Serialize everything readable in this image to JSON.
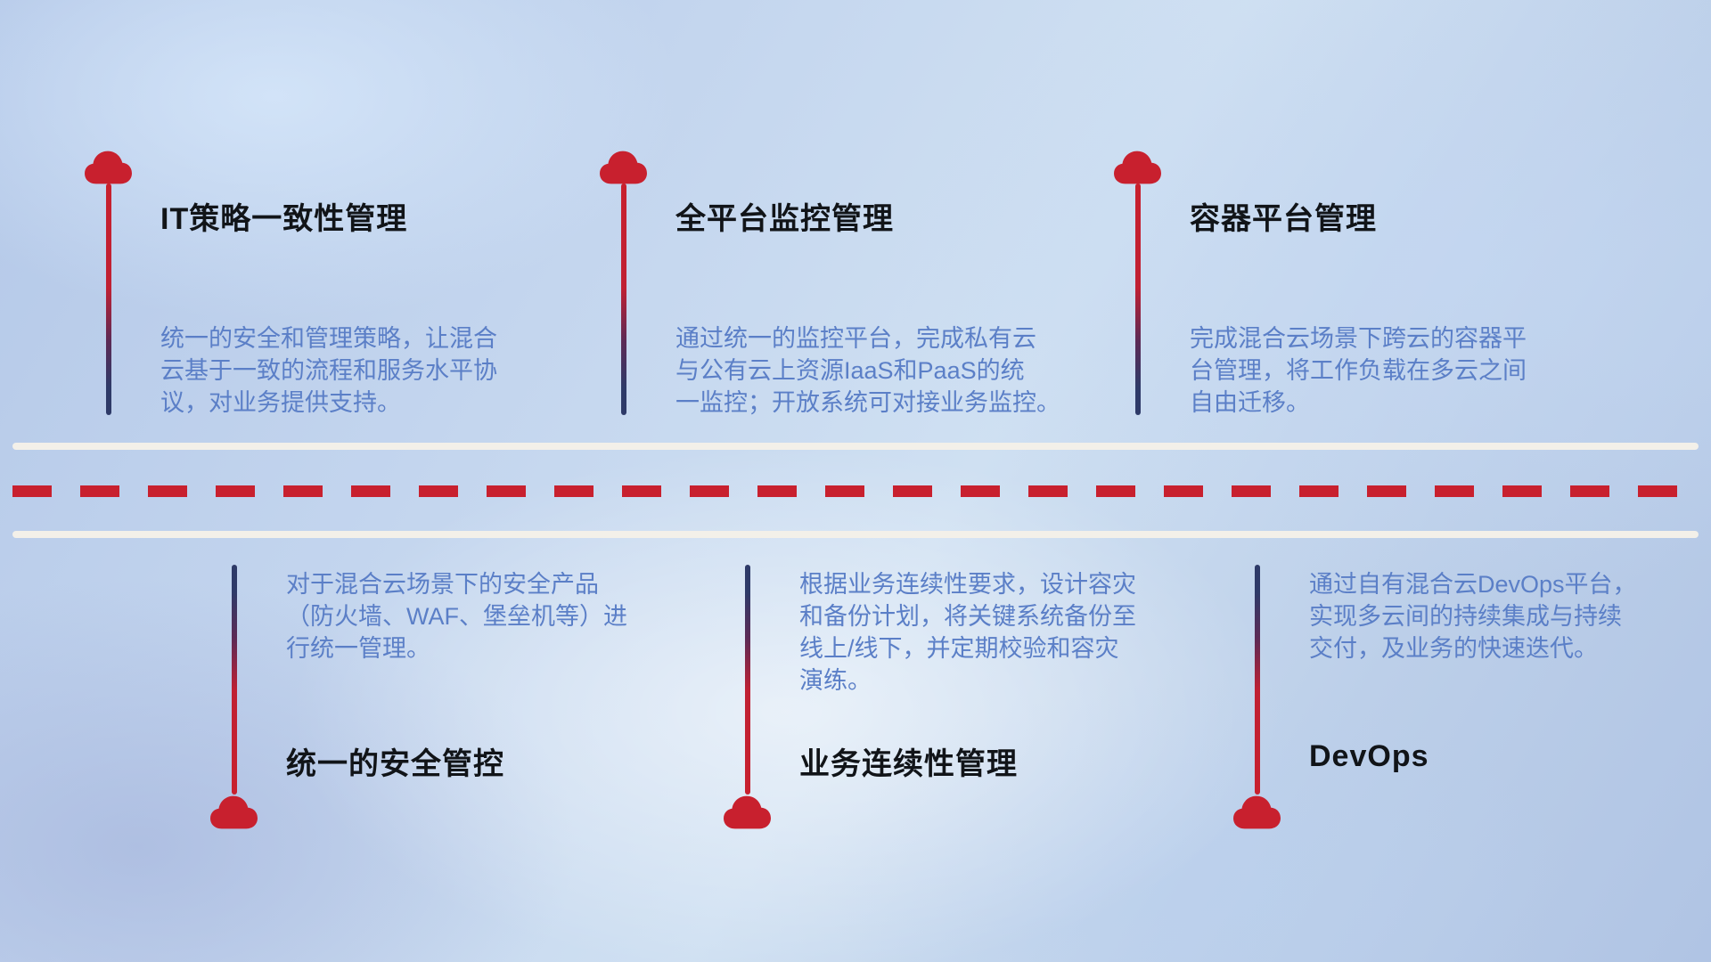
{
  "diagram": {
    "top_items": [
      {
        "title": "IT策略一致性管理",
        "desc": "统一的安全和管理策略，让混合\n云基于一致的流程和服务水平协\n议，对业务提供支持。"
      },
      {
        "title": "全平台监控管理",
        "desc": "通过统一的监控平台，完成私有云\n与公有云上资源IaaS和PaaS的统\n一监控；开放系统可对接业务监控。"
      },
      {
        "title": "容器平台管理",
        "desc": "完成混合云场景下跨云的容器平\n台管理，将工作负载在多云之间\n自由迁移。"
      }
    ],
    "bottom_items": [
      {
        "title": "统一的安全管控",
        "desc": "对于混合云场景下的安全产品\n（防火墙、WAF、堡垒机等）进\n行统一管理。"
      },
      {
        "title": "业务连续性管理",
        "desc": "根据业务连续性要求，设计容灾\n和备份计划，将关键系统备份至\n线上/线下，并定期校验和容灾\n演练。"
      },
      {
        "title": "DevOps",
        "desc": "通过自有混合云DevOps平台，\n实现多云间的持续集成与持续\n交付，及业务的快速迭代。"
      }
    ],
    "colors": {
      "cloud_red": "#c8202e",
      "pole_navy": "#2e3a68",
      "title_text": "#111418",
      "desc_text": "#5b7fc7",
      "road_white": "#f3f0e9",
      "road_dash_red": "#c8202e"
    }
  }
}
